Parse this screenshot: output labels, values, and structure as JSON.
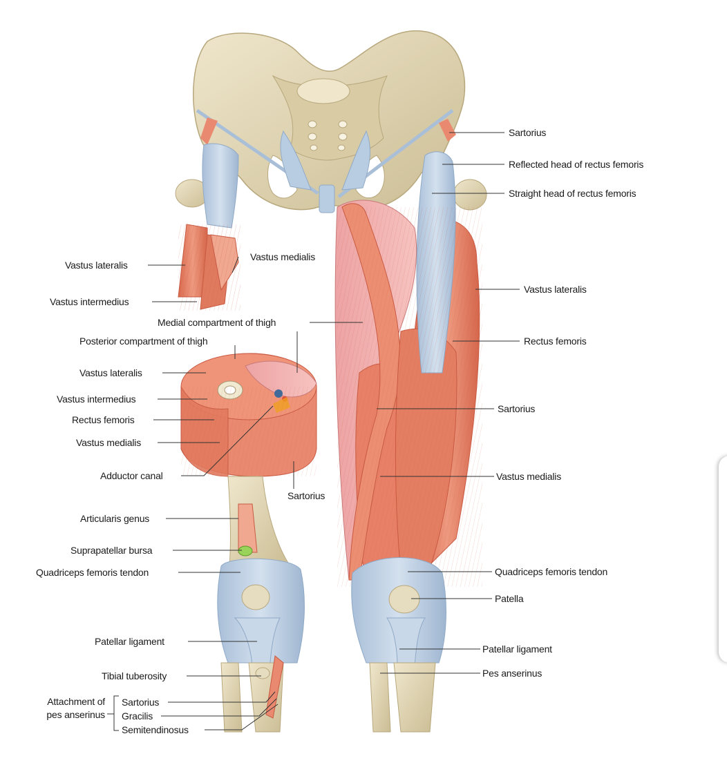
{
  "colors": {
    "bone": "#e6dcc0",
    "bone_shade": "#cdbf98",
    "muscle": "#e98a70",
    "muscle_dark": "#d5674c",
    "muscle_light": "#f2b3a2",
    "tendon": "#b9cde2",
    "tendon_dark": "#8fa9c6",
    "pink_muscle": "#f2aeb0",
    "bursa": "#9ad35a",
    "leader": "#333333"
  },
  "labels": {
    "sartorius_top": "Sartorius",
    "reflected_head": "Reflected head of rectus femoris",
    "straight_head": "Straight head of rectus femoris",
    "vastus_lateralis_left": "Vastus lateralis",
    "vastus_medialis_top": "Vastus medialis",
    "vastus_intermedius_left": "Vastus intermedius",
    "medial_compartment": "Medial compartment of thigh",
    "vastus_lateralis_right": "Vastus lateralis",
    "posterior_compartment": "Posterior compartment of thigh",
    "rectus_femoris_right": "Rectus femoris",
    "xs_vastus_lateralis": "Vastus lateralis",
    "xs_vastus_intermedius": "Vastus intermedius",
    "xs_rectus_femoris": "Rectus femoris",
    "xs_vastus_medialis": "Vastus medialis",
    "sartorius_mid": "Sartorius",
    "adductor_canal": "Adductor canal",
    "sartorius_xs": "Sartorius",
    "vastus_medialis_right": "Vastus medialis",
    "articularis_genus": "Articularis genus",
    "suprapatellar_bursa": "Suprapatellar bursa",
    "quad_tendon_left": "Quadriceps femoris tendon",
    "quad_tendon_right": "Quadriceps femoris tendon",
    "patella": "Patella",
    "patellar_ligament_left": "Patellar ligament",
    "patellar_ligament_right": "Patellar ligament",
    "tibial_tuberosity": "Tibial tuberosity",
    "pes_anserinus": "Pes anserinus",
    "attachment_of": "Attachment of",
    "pes_anserinus_group": "pes anserinus",
    "pa_sartorius": "Sartorius",
    "pa_gracilis": "Gracilis",
    "pa_semitendinosus": "Semitendinosus"
  }
}
